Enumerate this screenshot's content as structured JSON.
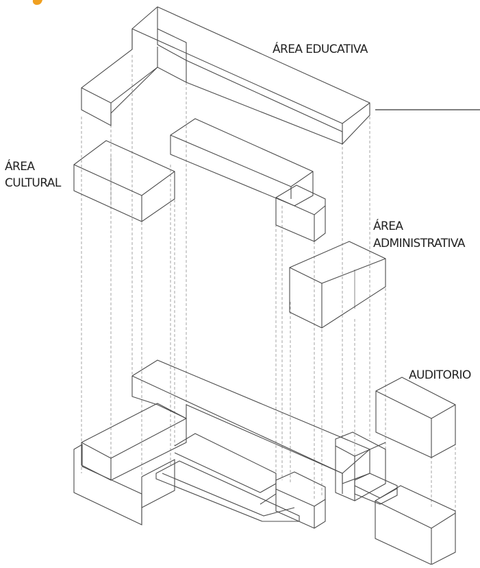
{
  "labels": {
    "educativa": "ÁREA EDUCATIVA",
    "cultural_1": "ÁREA",
    "cultural_2": "CULTURAL",
    "admin_1": "ÁREA",
    "admin_2": "ADMINISTRATIVA",
    "auditorio": "AUDITORIO"
  },
  "colors": {
    "educativa": "#a7b7c7",
    "cultural": "#b9877c",
    "administrativa": "#2f5478",
    "auditorio": "#f1bb83",
    "edge": "#4a4a4a",
    "icon": "#f0a020"
  }
}
